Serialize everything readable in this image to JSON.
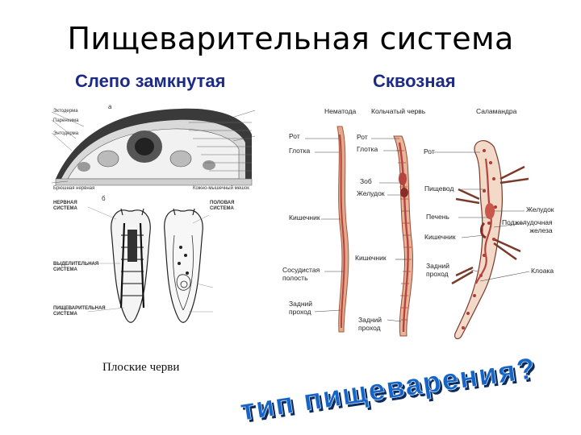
{
  "slide": {
    "title": "Пищеварительная система",
    "left_heading": "Слепо замкнутая",
    "right_heading": "Сквозная",
    "caption": "Плоские черви",
    "question": "тип пищеварения?"
  },
  "flatworm_figure": {
    "section_a_marker": "а",
    "section_b_marker": "б",
    "cross_section_labels": [
      "Эктодерма",
      "Паренхима",
      "Энтодерма",
      "Брюшная нервная",
      "Кожно-мышечный мешок"
    ],
    "boxes": [
      {
        "title": "НЕРВНАЯ\nСИСТЕМА"
      },
      {
        "title": "ПОЛОВАЯ\nСИСТЕМА"
      },
      {
        "title": "ВЫДЕЛИТЕЛЬНАЯ\nСИСТЕМА"
      },
      {
        "title": "ПИЩЕВАРИТЕЛЬНАЯ\nСИСТЕМА"
      }
    ]
  },
  "tube_figure": {
    "animals": [
      "Нематода",
      "Кольчатый червь",
      "Саламандра"
    ],
    "nematode_labels": [
      "Рот",
      "Глотка",
      "Кишечник",
      "Сосудистая\nполость",
      "Задний\nпроход"
    ],
    "annelid_labels": [
      "Рот",
      "Глотка",
      "Зоб",
      "Желудок",
      "Кишечник",
      "Задний\nпроход"
    ],
    "salamander_left_labels": [
      "Рот",
      "Пищевод",
      "Печень",
      "Кишечник",
      "Задний\nпроход"
    ],
    "salamander_right_labels": [
      "Желудок",
      "Поджелудочная\nжелеза",
      "Клоака"
    ]
  },
  "colors": {
    "heading": "#1d2a86",
    "question_blue": "#1565c8",
    "question_shadow": "#0b2a5e",
    "worm_fill": "#e3a98c",
    "worm_gut": "#b5443f",
    "salamander_fill": "#f2d9c8"
  }
}
